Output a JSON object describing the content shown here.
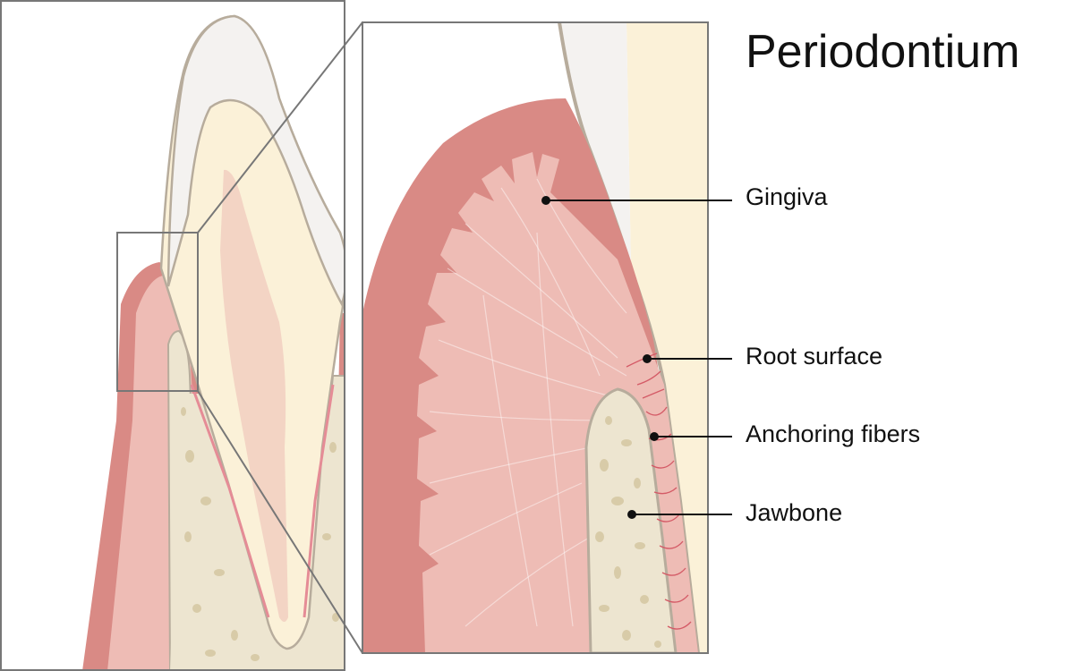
{
  "title": "Periodontium",
  "labels": {
    "gingiva": "Gingiva",
    "root_surface": "Root surface",
    "anchoring_fibers": "Anchoring fibers",
    "jawbone": "Jawbone"
  },
  "colors": {
    "gingiva_dark": "#d98a85",
    "gingiva_light": "#eebcb5",
    "bone": "#ede5d0",
    "bone_spots": "#d8cba8",
    "dentin": "#fbf1d8",
    "pulp": "#f3d4c4",
    "enamel": "#f4f2f0",
    "outline": "#b7ac9c",
    "frame": "#777777",
    "fibers": "#d45a66"
  }
}
